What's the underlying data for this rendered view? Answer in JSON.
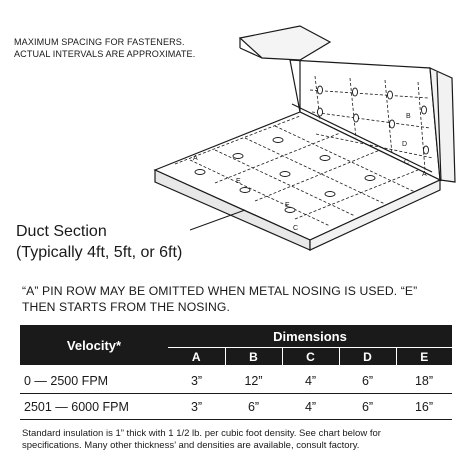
{
  "caption": {
    "line1": "MAXIMUM SPACING FOR FASTENERS.",
    "line2": "ACTUAL INTERVALS ARE APPROXIMATE."
  },
  "duct_label": {
    "line1": "Duct Section",
    "line2": "(Typically 4ft, 5ft, or 6ft)"
  },
  "diagram_letters": {
    "a": "A",
    "b": "B",
    "c": "C",
    "d": "D",
    "e": "E"
  },
  "note": {
    "line1": "“A” PIN ROW MAY BE OMITTED WHEN METAL NOSING IS USED. “E”",
    "line2": "THEN STARTS FROM THE NOSING."
  },
  "table": {
    "velocity_header": "Velocity*",
    "dimensions_header": "Dimensions",
    "columns": [
      "A",
      "B",
      "C",
      "D",
      "E"
    ],
    "rows": [
      {
        "velocity": "0 — 2500 FPM",
        "values": [
          "3”",
          "12”",
          "4”",
          "6”",
          "18”"
        ]
      },
      {
        "velocity": "2501 — 6000 FPM",
        "values": [
          "3”",
          "6”",
          "4”",
          "6”",
          "16”"
        ]
      }
    ]
  },
  "footer": {
    "line1": "Standard insulation is 1” thick with 1 1/2 lb. per cubic foot density. See chart below for",
    "line2": "specifications. Many other thickness’ and densities are available, consult factory."
  }
}
